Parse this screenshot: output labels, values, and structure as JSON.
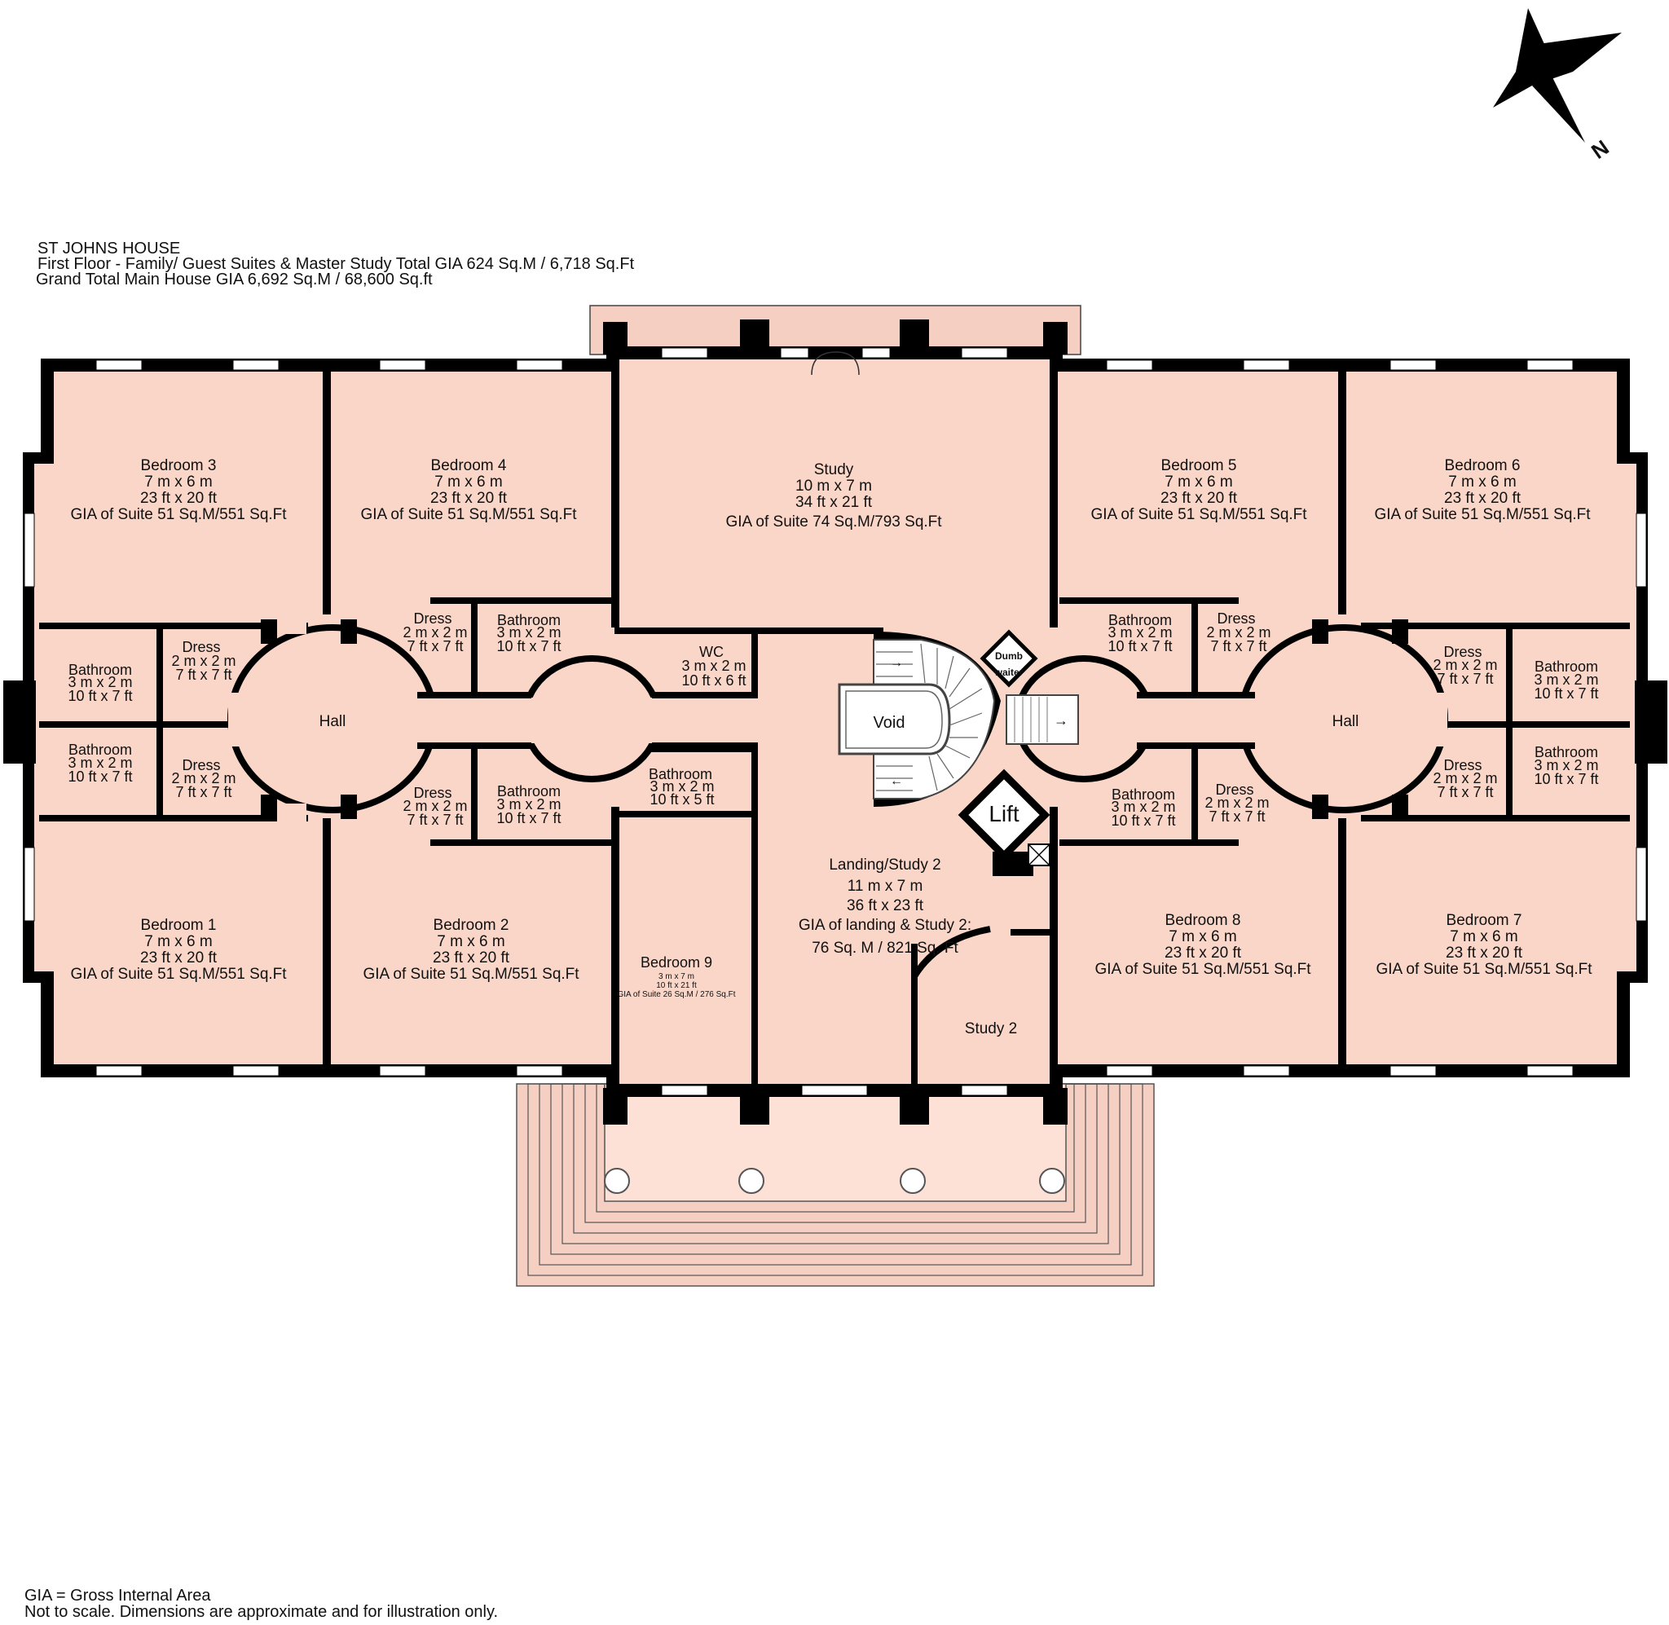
{
  "header": {
    "title": "ST JOHNS HOUSE",
    "line1": "First Floor - Family/ Guest Suites & Master Study Total GIA 624 Sq.M / 6,718 Sq.Ft",
    "line2": "Grand Total Main House GIA 6,692 Sq.M / 68,600 Sq.ft"
  },
  "footer": {
    "line1": "GIA = Gross Internal Area",
    "line2": "Not to scale. Dimensions are approximate and for illustration only."
  },
  "compass": {
    "label": "N"
  },
  "colors": {
    "room_fill": "#fad6c8",
    "wall": "#000000",
    "terrace": "#f6cfc3"
  },
  "rooms": {
    "bedroom3": [
      "Bedroom 3",
      "7 m x 6 m",
      "23 ft x 20 ft",
      "GIA of Suite 51 Sq.M/551 Sq.Ft"
    ],
    "bedroom4": [
      "Bedroom 4",
      "7 m x 6 m",
      "23 ft x 20 ft",
      "GIA of Suite 51 Sq.M/551 Sq.Ft"
    ],
    "study": [
      "Study",
      "10 m x 7 m",
      "34 ft x 21 ft",
      "GIA of Suite 74 Sq.M/793 Sq.Ft"
    ],
    "bedroom5": [
      "Bedroom 5",
      "7 m x 6 m",
      "23 ft x 20 ft",
      "GIA of Suite 51 Sq.M/551 Sq.Ft"
    ],
    "bedroom6": [
      "Bedroom 6",
      "7 m x 6 m",
      "23 ft x 20 ft",
      "GIA of Suite 51 Sq.M/551 Sq.Ft"
    ],
    "bedroom1": [
      "Bedroom 1",
      "7 m x 6 m",
      "23 ft x 20 ft",
      "GIA of Suite 51 Sq.M/551 Sq.Ft"
    ],
    "bedroom2": [
      "Bedroom 2",
      "7 m x 6 m",
      "23 ft x 20 ft",
      "GIA of Suite 51 Sq.M/551 Sq.Ft"
    ],
    "bedroom8": [
      "Bedroom 8",
      "7 m x 6 m",
      "23 ft x 20 ft",
      "GIA of Suite 51 Sq.M/551 Sq.Ft"
    ],
    "bedroom7": [
      "Bedroom 7",
      "7 m x 6 m",
      "23 ft x 20 ft",
      "GIA of Suite 51 Sq.M/551 Sq.Ft"
    ],
    "bedroom9": [
      "Bedroom 9",
      "3 m x 7 m",
      "10 ft x 21 ft",
      "GIA of Suite 26 Sq.M / 276 Sq.Ft"
    ],
    "landing": [
      "Landing/Study 2",
      "11 m x 7 m",
      "36 ft x 23 ft",
      "GIA of landing & Study 2:",
      "76 Sq. M / 821 Sq. Ft"
    ],
    "study2": "Study 2",
    "hall_left": "Hall",
    "hall_right": "Hall",
    "void": "Void",
    "lift": "Lift",
    "dumbwaiter": [
      "Dumb",
      "waiter"
    ],
    "wc": [
      "WC",
      "3 m x 2 m",
      "10 ft x 6 ft"
    ],
    "bath_l_upper": [
      "Bathroom",
      "3 m x 2 m",
      "10 ft x 7 ft"
    ],
    "bath_l_lower": [
      "Bathroom",
      "3 m x 2 m",
      "10 ft x 7 ft"
    ],
    "dress_l_upper": [
      "Dress",
      "2 m x 2 m",
      "7 ft x 7 ft"
    ],
    "dress_l_lower": [
      "Dress",
      "2 m x 2 m",
      "7 ft x 7 ft"
    ],
    "dress_b4": [
      "Dress",
      "2 m x 2 m",
      "7 ft x 7 ft"
    ],
    "bath_b4": [
      "Bathroom",
      "3 m x 2 m",
      "10 ft x 7 ft"
    ],
    "dress_b2": [
      "Dress",
      "2 m x 2 m",
      "7 ft x 7 ft"
    ],
    "bath_b2": [
      "Bathroom",
      "3 m x 2 m",
      "10 ft x 7 ft"
    ],
    "bath_b9": [
      "Bathroom",
      "3 m x 2 m",
      "10 ft x 5 ft"
    ],
    "bath_b5": [
      "Bathroom",
      "3 m x 2 m",
      "10 ft x 7 ft"
    ],
    "dress_b5": [
      "Dress",
      "2 m x 2 m",
      "7 ft x 7 ft"
    ],
    "bath_b8": [
      "Bathroom",
      "3 m x 2 m",
      "10 ft x 7 ft"
    ],
    "dress_b8": [
      "Dress",
      "2 m x 2 m",
      "7 ft x 7 ft"
    ],
    "dress_r_upper": [
      "Dress",
      "2 m x 2 m",
      "7 ft x 7 ft"
    ],
    "bath_r_upper": [
      "Bathroom",
      "3 m x 2 m",
      "10 ft x 7 ft"
    ],
    "dress_r_lower": [
      "Dress",
      "2 m x 2 m",
      "7 ft x 7 ft"
    ],
    "bath_r_lower": [
      "Bathroom",
      "3 m x 2 m",
      "10 ft x 7 ft"
    ]
  }
}
